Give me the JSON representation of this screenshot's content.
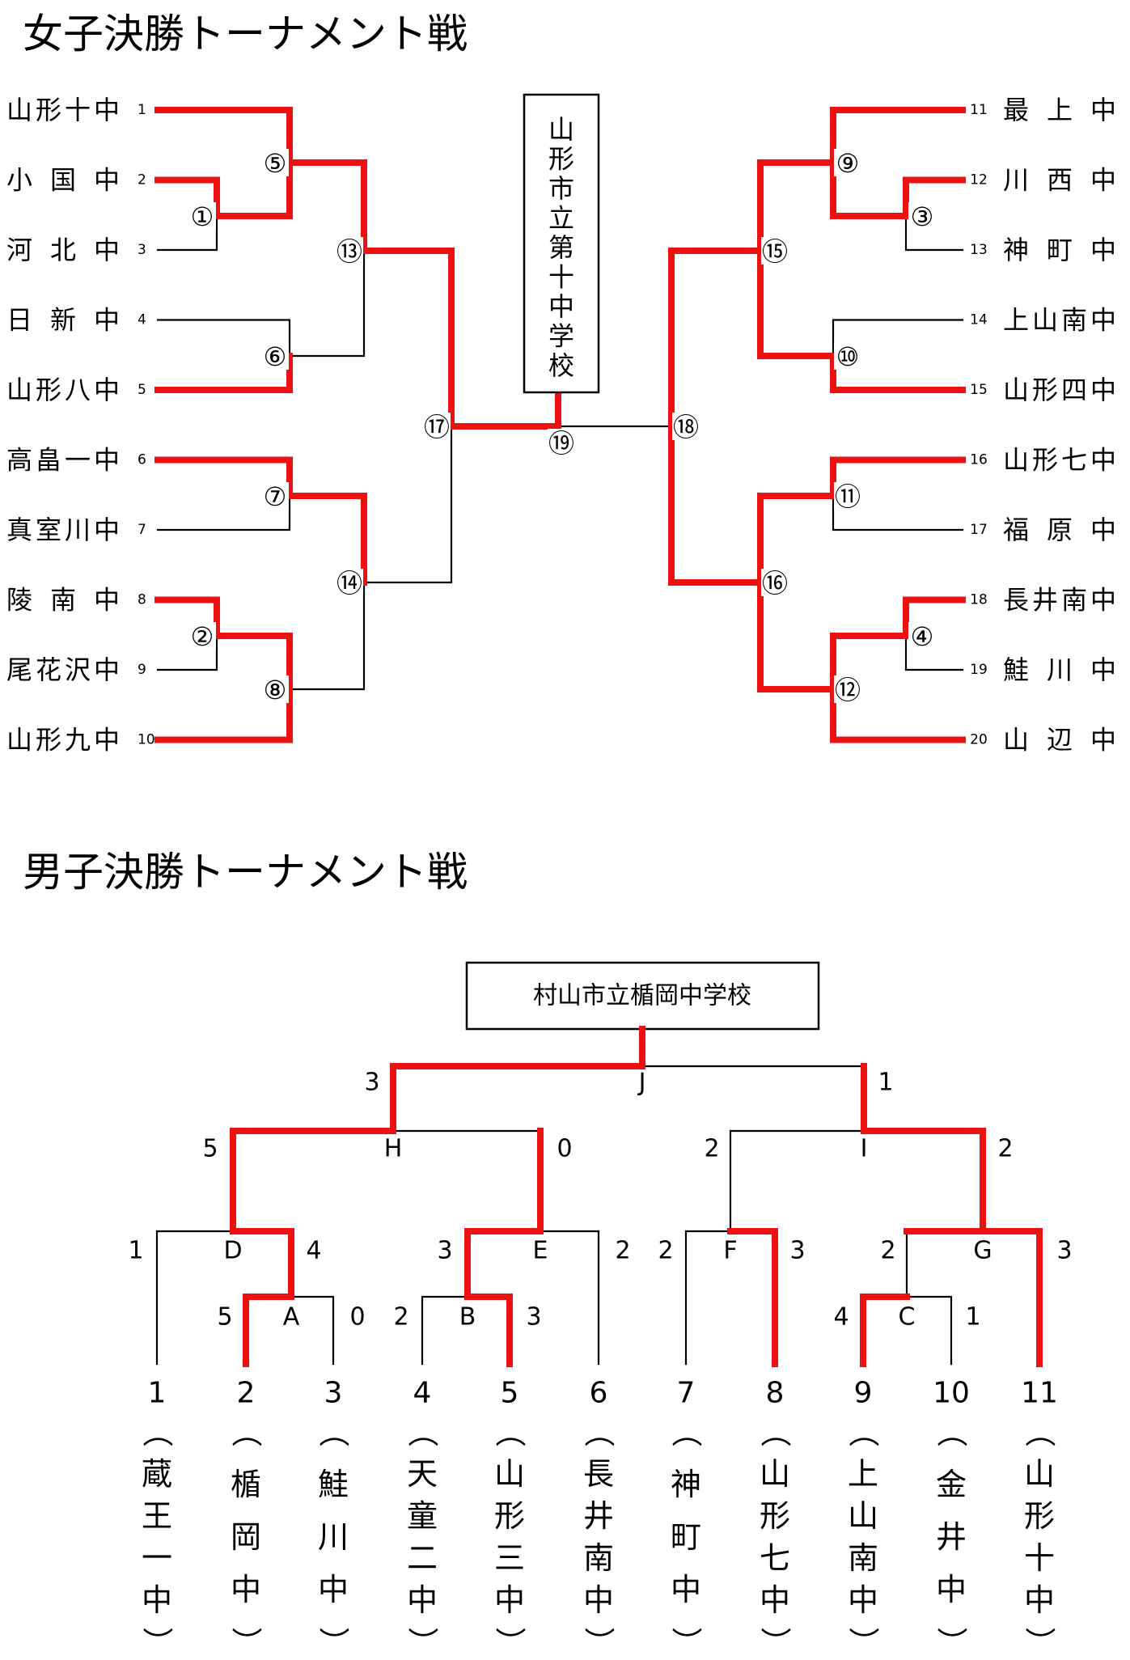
{
  "girls": {
    "title": "女子決勝トーナメント戦",
    "champion": "山形市立第十中学校",
    "entrants": [
      {
        "seed": "1",
        "name": "山形十中"
      },
      {
        "seed": "2",
        "name": "小 国 中"
      },
      {
        "seed": "3",
        "name": "河 北 中"
      },
      {
        "seed": "4",
        "name": "日 新 中"
      },
      {
        "seed": "5",
        "name": "山形八中"
      },
      {
        "seed": "6",
        "name": "高畠一中"
      },
      {
        "seed": "7",
        "name": "真室川中"
      },
      {
        "seed": "8",
        "name": "陵 南 中"
      },
      {
        "seed": "9",
        "name": "尾花沢中"
      },
      {
        "seed": "10",
        "name": "山形九中"
      },
      {
        "seed": "11",
        "name": "最 上 中"
      },
      {
        "seed": "12",
        "name": "川 西 中"
      },
      {
        "seed": "13",
        "name": "神 町 中"
      },
      {
        "seed": "14",
        "name": "上山南中"
      },
      {
        "seed": "15",
        "name": "山形四中"
      },
      {
        "seed": "16",
        "name": "山形七中"
      },
      {
        "seed": "17",
        "name": "福 原 中"
      },
      {
        "seed": "18",
        "name": "長井南中"
      },
      {
        "seed": "19",
        "name": "鮭 川 中"
      },
      {
        "seed": "20",
        "name": "山 辺 中"
      }
    ],
    "matches": [
      "①",
      "②",
      "③",
      "④",
      "⑤",
      "⑥",
      "⑦",
      "⑧",
      "⑨",
      "⑩",
      "⑪",
      "⑫",
      "⑬",
      "⑭",
      "⑮",
      "⑯",
      "⑰",
      "⑱",
      "⑲"
    ]
  },
  "boys": {
    "title": "男子決勝トーナメント戦",
    "champion": "村山市立楯岡中学校",
    "entrants": [
      {
        "seed": "1",
        "name": "（蔵王一中）"
      },
      {
        "seed": "2",
        "name": "（楯岡中）"
      },
      {
        "seed": "3",
        "name": "（鮭川中）"
      },
      {
        "seed": "4",
        "name": "（天童二中）"
      },
      {
        "seed": "5",
        "name": "（山形三中）"
      },
      {
        "seed": "6",
        "name": "（長井南中）"
      },
      {
        "seed": "7",
        "name": "（神町中）"
      },
      {
        "seed": "8",
        "name": "（山形七中）"
      },
      {
        "seed": "9",
        "name": "（上山南中）"
      },
      {
        "seed": "10",
        "name": "（金井中）"
      },
      {
        "seed": "11",
        "name": "（山形十中）"
      }
    ],
    "matches": [
      {
        "label": "A",
        "left_score": "5",
        "right_score": "0"
      },
      {
        "label": "B",
        "left_score": "2",
        "right_score": "3"
      },
      {
        "label": "C",
        "left_score": "4",
        "right_score": "1"
      },
      {
        "label": "D",
        "left_score": "1",
        "right_score": "4"
      },
      {
        "label": "E",
        "left_score": "3",
        "right_score": "2"
      },
      {
        "label": "F",
        "left_score": "2",
        "right_score": "3"
      },
      {
        "label": "G",
        "left_score": "2",
        "right_score": "3"
      },
      {
        "label": "H",
        "left_score": "5",
        "right_score": "0"
      },
      {
        "label": "I",
        "left_score": "2",
        "right_score": "2"
      },
      {
        "label": "J",
        "left_score": "3",
        "right_score": "1"
      }
    ]
  },
  "colors": {
    "winner_line": "#ee1111",
    "line": "#000000"
  }
}
